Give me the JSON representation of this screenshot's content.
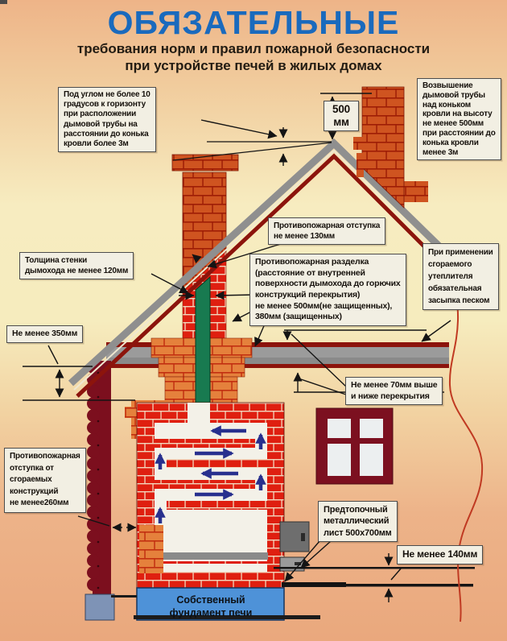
{
  "title": {
    "main": "ОБЯЗАТЕЛЬНЫЕ",
    "subtitle_line1": "требования норм и правил пожарной безопасности",
    "subtitle_line2": "при устройстве печей в жилых домах"
  },
  "callouts": {
    "angle_rule": "Под углом не более 10\nградусов к горизонту\nпри расположении\nдымовой трубы на\nрасстоянии до конька\nкровли более 3м",
    "elevation_rule": "Возвышение\nдымовой трубы\nнад коньком\nкровли на высоту\nне менее 500мм\nпри расстоянии до\nконька кровли\nменее 3м",
    "dim_500mm": "500\nмм",
    "firebreak_gap_130": "Противопожарная отступка\nне менее 130мм",
    "firebreak_cut_500": "Противопожарная разделка\n(расстояние от внутренней\nповерхности дымохода до горючих\nконструкций перекрытия)\nне менее 500мм(не защищенных),\n380мм (защищенных)",
    "flue_wall_120": "Толщина стенки\nдымохода не менее 120мм",
    "sand_fill": "При применении\nсгораемого\nутеплителя\nобязательная\nзасыпка песком",
    "min_350": "Не менее 350мм",
    "min_70": "Не менее 70мм выше\nи ниже перекрытия",
    "stove_gap_260": "Противопожарная\nотступка от\nсгораемых\nконструкций\nне менее260мм",
    "hearth_sheet": "Предтопочный\nметаллический\nлист 500х700мм",
    "min_140": "Не менее 140мм",
    "foundation": "Собственный\nфундамент печи"
  },
  "colors": {
    "title_blue": "#1a6abd",
    "brick_orange": "#cf5420",
    "brick_mortar_dark": "#9e1d06",
    "brick_red": "#df1f10",
    "brick_mortar_light": "#f2d7bd",
    "brick_light": "#e5813c",
    "roof_gray": "#8f8f8f",
    "roof_maroon": "#8c140c",
    "log_wall": "#7c0f1e",
    "flue_green": "#187a50",
    "foundation_blue": "#4e92d8",
    "smoke_arrow_blue": "#28308e",
    "callout_bg": "#f2efe3",
    "callout_border": "#4c4c4c"
  }
}
